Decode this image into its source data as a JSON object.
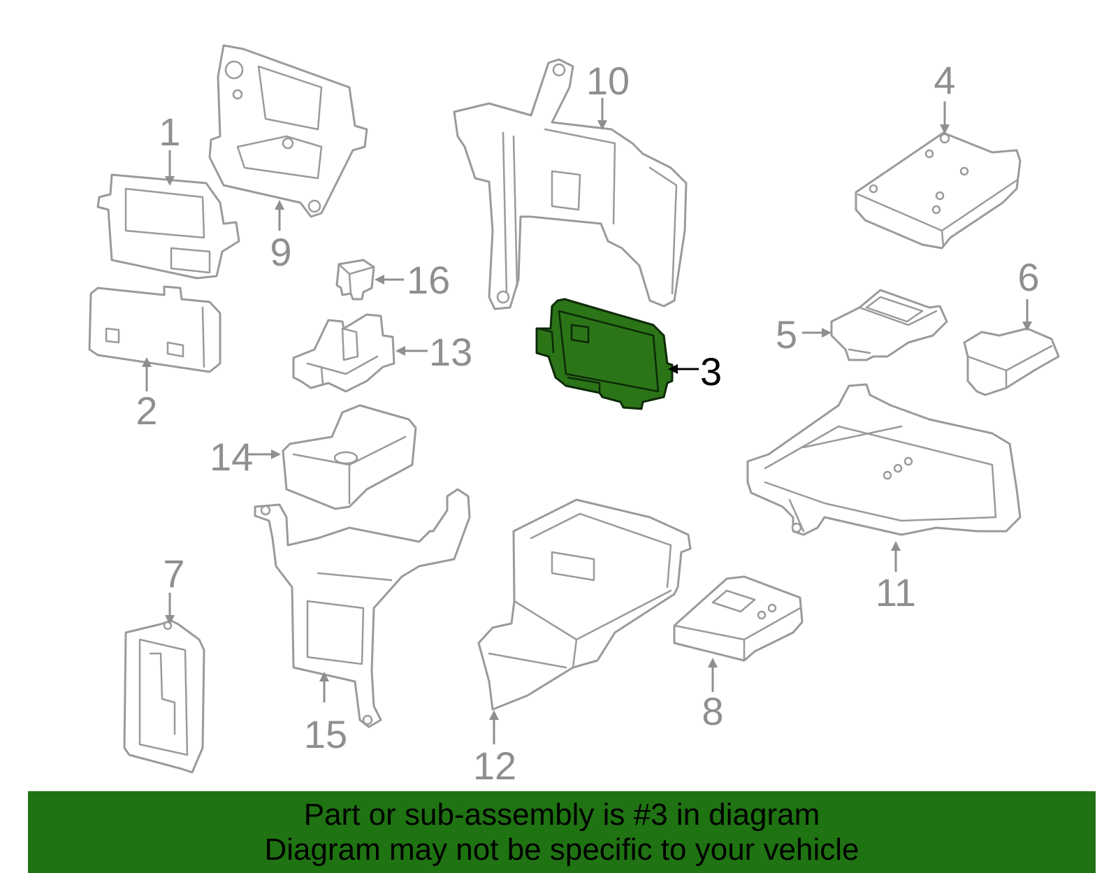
{
  "diagram": {
    "highlight_color": "#2b7418",
    "callouts": [
      {
        "id": "c1",
        "label": "1"
      },
      {
        "id": "c2",
        "label": "2"
      },
      {
        "id": "c3",
        "label": "3"
      },
      {
        "id": "c4",
        "label": "4"
      },
      {
        "id": "c5",
        "label": "5"
      },
      {
        "id": "c6",
        "label": "6"
      },
      {
        "id": "c7",
        "label": "7"
      },
      {
        "id": "c8",
        "label": "8"
      },
      {
        "id": "c9",
        "label": "9"
      },
      {
        "id": "c10",
        "label": "10"
      },
      {
        "id": "c11",
        "label": "11"
      },
      {
        "id": "c12",
        "label": "12"
      },
      {
        "id": "c13",
        "label": "13"
      },
      {
        "id": "c14",
        "label": "14"
      },
      {
        "id": "c15",
        "label": "15"
      },
      {
        "id": "c16",
        "label": "16"
      }
    ],
    "highlighted_part": "3"
  },
  "banner": {
    "background_color": "#1f7312",
    "line1": "Part or sub-assembly is #3 in diagram",
    "line2": "Diagram may not be specific to your vehicle"
  }
}
